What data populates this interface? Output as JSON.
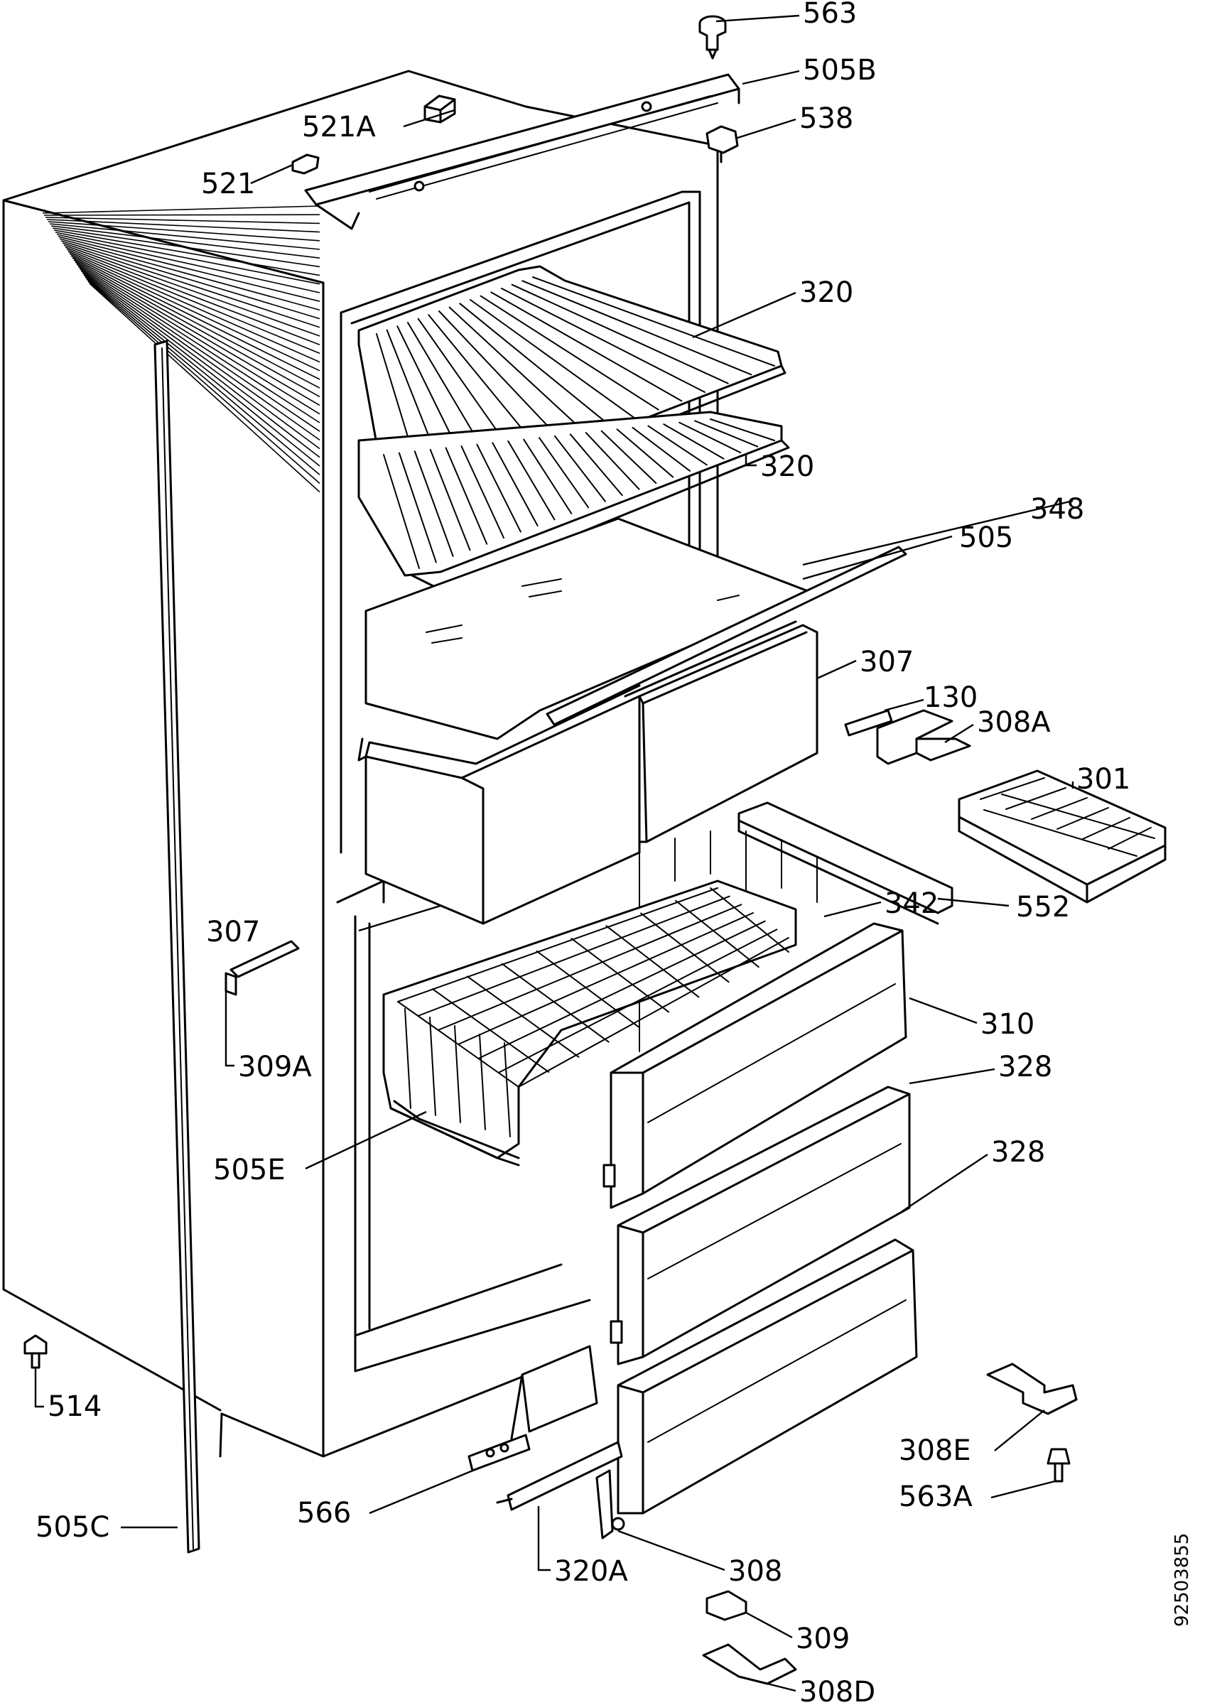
{
  "document_id": "92503855",
  "callouts": [
    {
      "id": "563",
      "text": "563"
    },
    {
      "id": "505B",
      "text": "505B"
    },
    {
      "id": "521A",
      "text": "521A"
    },
    {
      "id": "538",
      "text": "538"
    },
    {
      "id": "521",
      "text": "521"
    },
    {
      "id": "320-a",
      "text": "320"
    },
    {
      "id": "320-b",
      "text": "320"
    },
    {
      "id": "348",
      "text": "348"
    },
    {
      "id": "505",
      "text": "505"
    },
    {
      "id": "307-a",
      "text": "307"
    },
    {
      "id": "130",
      "text": "130"
    },
    {
      "id": "308A",
      "text": "308A"
    },
    {
      "id": "301",
      "text": "301"
    },
    {
      "id": "552",
      "text": "552"
    },
    {
      "id": "307-b",
      "text": "307"
    },
    {
      "id": "342",
      "text": "342"
    },
    {
      "id": "309A",
      "text": "309A"
    },
    {
      "id": "310",
      "text": "310"
    },
    {
      "id": "328-a",
      "text": "328"
    },
    {
      "id": "328-b",
      "text": "328"
    },
    {
      "id": "505E",
      "text": "505E"
    },
    {
      "id": "514",
      "text": "514"
    },
    {
      "id": "308E",
      "text": "308E"
    },
    {
      "id": "563A",
      "text": "563A"
    },
    {
      "id": "566",
      "text": "566"
    },
    {
      "id": "505C",
      "text": "505C"
    },
    {
      "id": "320A",
      "text": "320A"
    },
    {
      "id": "308",
      "text": "308"
    },
    {
      "id": "309",
      "text": "309"
    },
    {
      "id": "308D",
      "text": "308D"
    }
  ]
}
